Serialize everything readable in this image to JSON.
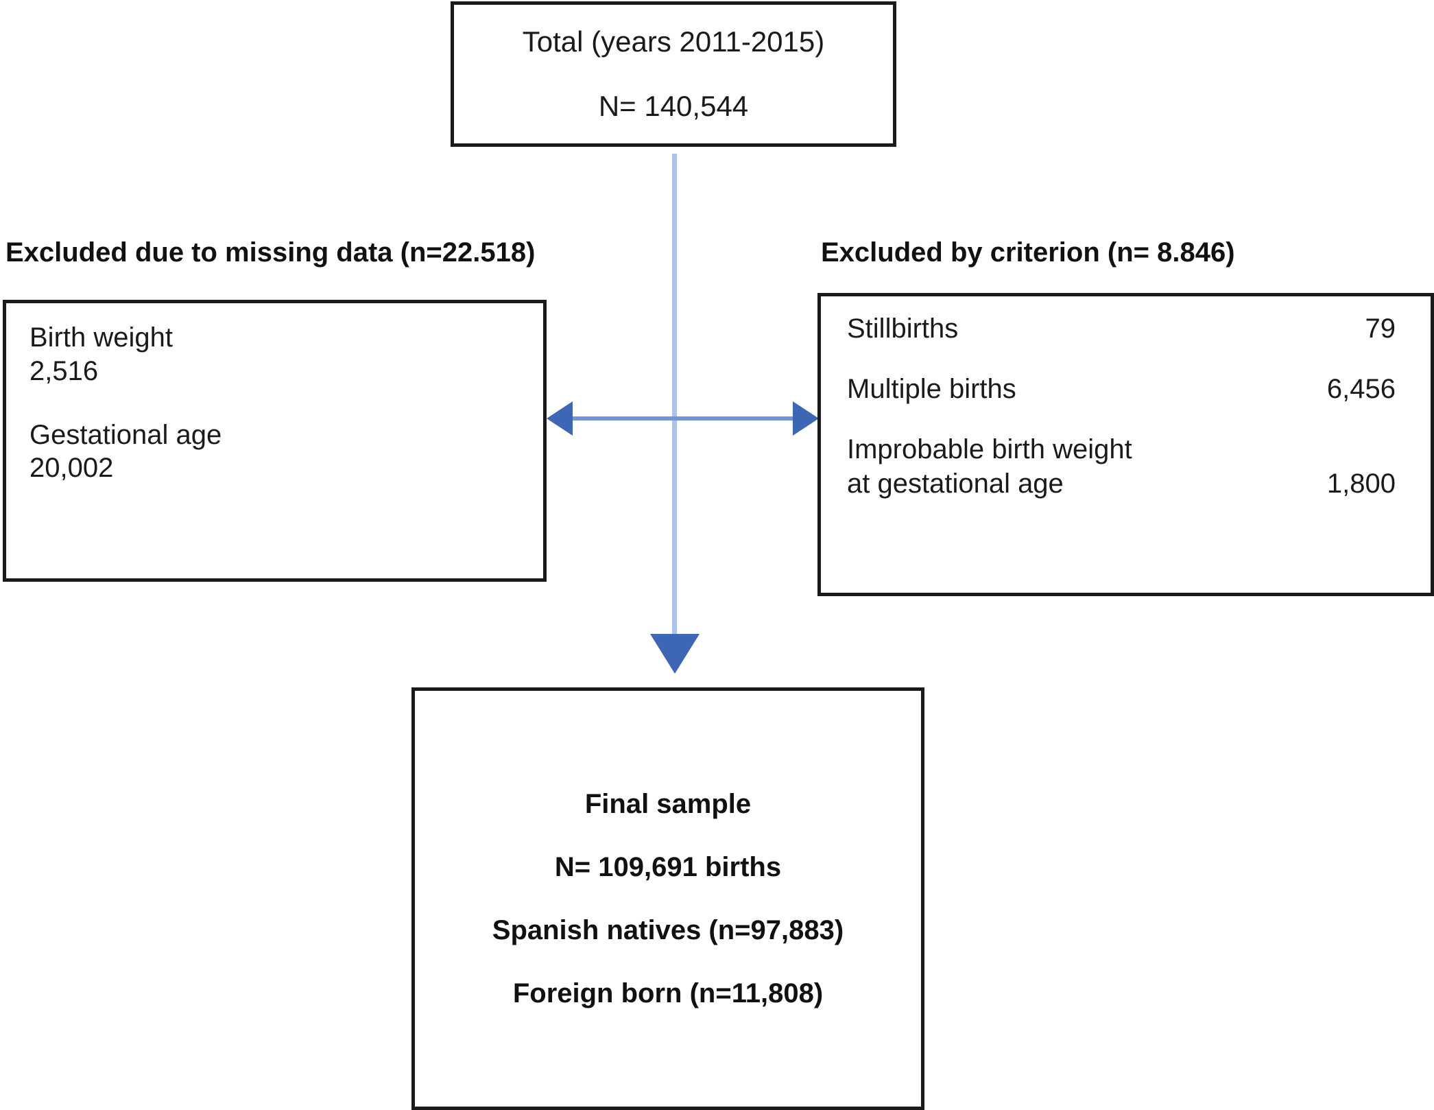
{
  "top_box": {
    "title": "Total (years 2011-2015)",
    "count": "N= 140,544"
  },
  "left_section": {
    "label": "Excluded due to missing data (n=22.518)",
    "items": [
      {
        "name": "Birth weight",
        "count": "2,516"
      },
      {
        "name": "Gestational age",
        "count": "20,002"
      }
    ]
  },
  "right_section": {
    "label": "Excluded by criterion (n= 8.846)",
    "items": [
      {
        "name": "Stillbirths",
        "count": "79"
      },
      {
        "name": "Multiple births",
        "count": "6,456"
      },
      {
        "name": "Improbable birth weight\n at gestational age",
        "count": "1,800"
      }
    ]
  },
  "bottom_box": {
    "lines": [
      "Final sample",
      "N= 109,691 births",
      "Spanish natives (n=97,883)",
      "Foreign born (n=11,808)"
    ]
  },
  "connectors": {
    "arrow_color": "#3d67b4",
    "line_color": "#adc2ea"
  }
}
